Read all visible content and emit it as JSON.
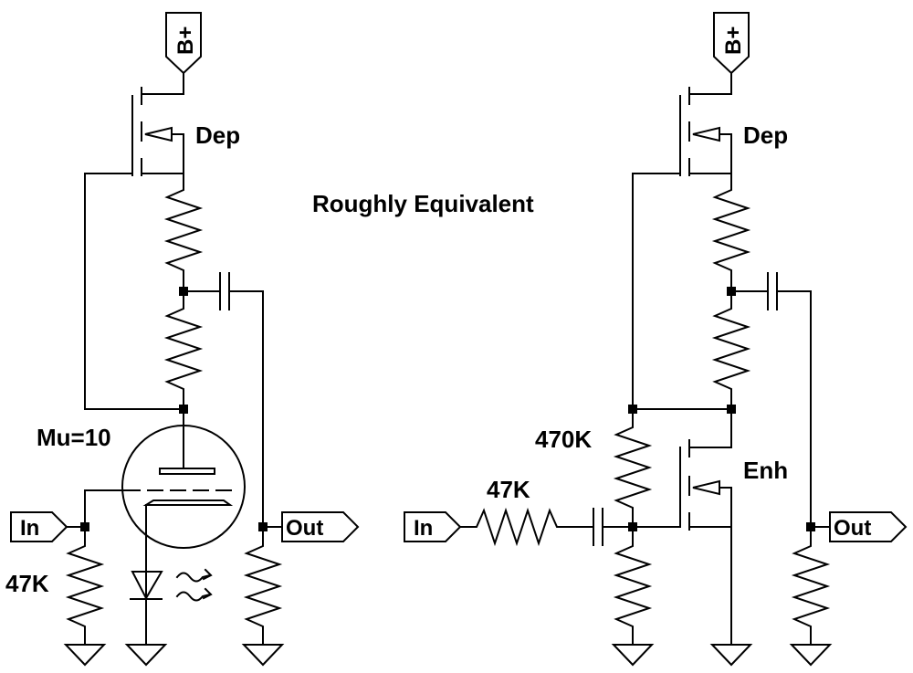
{
  "title": "Roughly Equivalent",
  "left_circuit": {
    "supply_label": "B+",
    "mosfet_label": "Dep",
    "tube_label": "Mu=10",
    "input_label": "In",
    "output_label": "Out",
    "grid_resistor_label": "47K"
  },
  "right_circuit": {
    "supply_label": "B+",
    "upper_mosfet_label": "Dep",
    "lower_mosfet_label": "Enh",
    "input_label": "In",
    "output_label": "Out",
    "series_resistor_label": "47K",
    "bias_resistor_label": "470K"
  }
}
